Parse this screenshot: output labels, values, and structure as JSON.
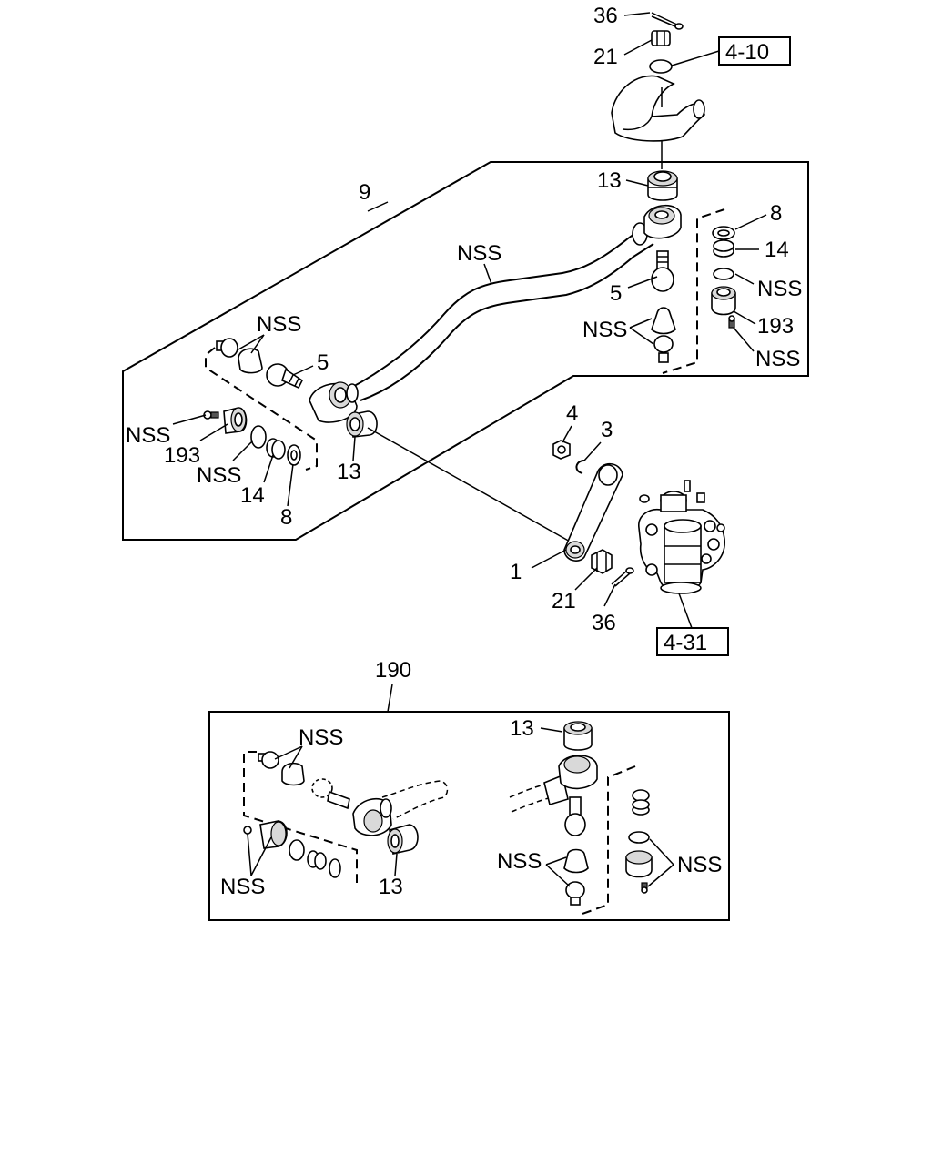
{
  "callouts": {
    "c36_top": "36",
    "c21_top": "21",
    "ref_4_10": "4-10",
    "c9": "9",
    "c13_upper": "13",
    "c8_right": "8",
    "c14_right": "14",
    "nss_tube": "NSS",
    "nss_right_ring": "NSS",
    "c5_right": "5",
    "c193_right": "193",
    "nss_right_cap": "NSS",
    "nss_right_screw": "NSS",
    "nss_left_group": "NSS",
    "c5_left": "5",
    "nss_left_screw": "NSS",
    "c193_left": "193",
    "nss_left_ring": "NSS",
    "c14_left": "14",
    "c8_left": "8",
    "c13_left": "13",
    "c4": "4",
    "c3": "3",
    "c1": "1",
    "c21_bottom": "21",
    "c36_bottom": "36",
    "ref_4_31": "4-31",
    "c190": "190",
    "c13_kit_top": "13",
    "nss_kit_left_top": "NSS",
    "nss_kit_left_bottom": "NSS",
    "c13_kit_left": "13",
    "nss_kit_mid": "NSS",
    "nss_kit_right": "NSS"
  }
}
